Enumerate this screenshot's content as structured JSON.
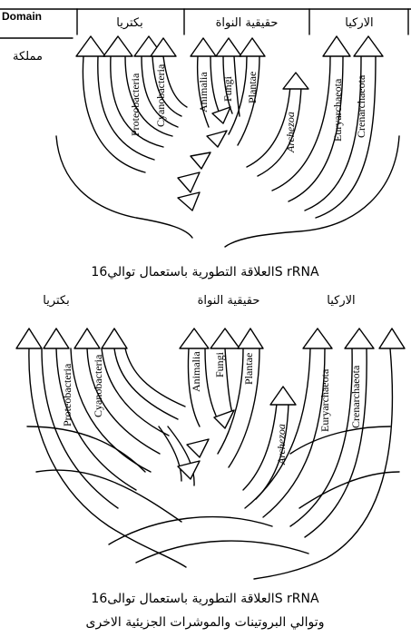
{
  "top": {
    "domain_label": "Domain",
    "kingdom_label": "مملكة",
    "groups": {
      "bacteria": "بكتريا",
      "eukarya": "حقيقية النواة",
      "archaea": "الاركيا"
    },
    "taxa": {
      "proteobacteria": "Proteobacteria",
      "cyanobacteria": "Cyanobacteria",
      "animalia": "Animalia",
      "fungi": "Fungi",
      "plantae": "Plantae",
      "archezoa": "Archezoa",
      "euryarchaeota": "Euryarchaeota",
      "crenarchaeota": "Crenarchaeota"
    },
    "caption": "العلاقة التطورية باستعمال توالي16S rRNA"
  },
  "bottom": {
    "groups": {
      "bacteria": "بكتريا",
      "eukarya": "حقيقية النواة",
      "archaea": "الاركيا"
    },
    "taxa": {
      "proteobacteria": "Proteobacteria",
      "cyanobacteria": "Cyanobacteria",
      "animalia": "Animalia",
      "fungi": "Fungi",
      "plantae": "Plantae",
      "archezoa": "Archezoa",
      "euryarchaeota": "Euryarchaeota",
      "crenarchaeota": "Crenarchaeota"
    },
    "caption_line1": "العلاقة التطورية باستعمال توالى16S rRNA",
    "caption_line2": "وتوالي البروتينات والموشرات الجزيئية الاخرى"
  }
}
